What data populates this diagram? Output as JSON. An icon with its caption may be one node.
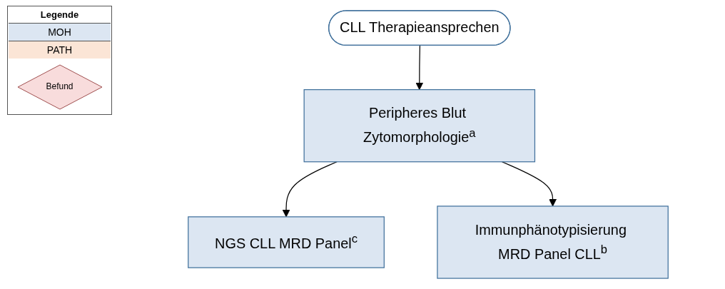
{
  "diagram": {
    "nodes": [
      {
        "text": [
          "CLL Therapieansprechen"
        ]
      },
      {
        "text": [
          "Peripheres Blut Zytomorphologie$^{a}$"
        ]
      },
      {
        "text": [
          "NGS CLL MRD Panel$^{c}$"
        ]
      },
      {
        "text": [
          "Immunphänotypisierung MRD Panel CLL$^{b}$"
        ]
      }
    ],
    "edges": [
      {
        "from": 0,
        "to": 1,
        "arrow": "to"
      },
      {
        "from": 1,
        "to": 2,
        "arrow": "to"
      },
      {
        "from": 1,
        "to": 3,
        "arrow": "to"
      }
    ],
    "labels": [
      "Legende"
    ],
    "legend": [
      {
        "text": "MOH",
        "color": "#dce6f2"
      },
      {
        "text": "PATH",
        "color": "#fbe5d6"
      },
      {
        "text": "Befund"
      }
    ]
  }
}
